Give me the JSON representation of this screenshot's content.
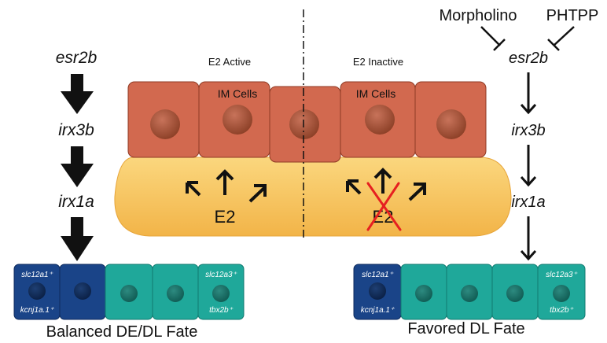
{
  "panels": {
    "left_title": "E2 Active",
    "right_title": "E2 Inactive"
  },
  "cells": {
    "im_label_left": "IM Cells",
    "im_label_right": "IM Cells"
  },
  "mesenchyme": {
    "e2_left": "E2",
    "e2_right": "E2"
  },
  "left_pathway": {
    "genes": [
      "esr2b",
      "irx3b",
      "irx1a"
    ]
  },
  "right_pathway": {
    "inhibitors": [
      "Morpholino",
      "PHTPP"
    ],
    "genes": [
      "esr2b",
      "irx3b",
      "irx1a"
    ]
  },
  "left_tubule": {
    "marker_de_top": "slc12a1⁺",
    "marker_de_bottom": "kcnj1a.1⁺",
    "marker_dl_top": "slc12a3⁺",
    "marker_dl_bottom": "tbx2b⁺",
    "caption": "Balanced DE/DL Fate"
  },
  "right_tubule": {
    "marker_de_top": "slc12a1⁺",
    "marker_de_bottom": "kcnj1a.1⁺",
    "marker_dl_top": "slc12a3⁺",
    "marker_dl_bottom": "tbx2b⁺",
    "caption": "Favored DL Fate"
  },
  "colors": {
    "im_cell": "#d2694f",
    "nucleus": "#9c4a30",
    "mesenchyme": "#f6c15a",
    "de_cell": "#1a4488",
    "dl_cell": "#1fa89a",
    "block_x": "#e62020"
  }
}
